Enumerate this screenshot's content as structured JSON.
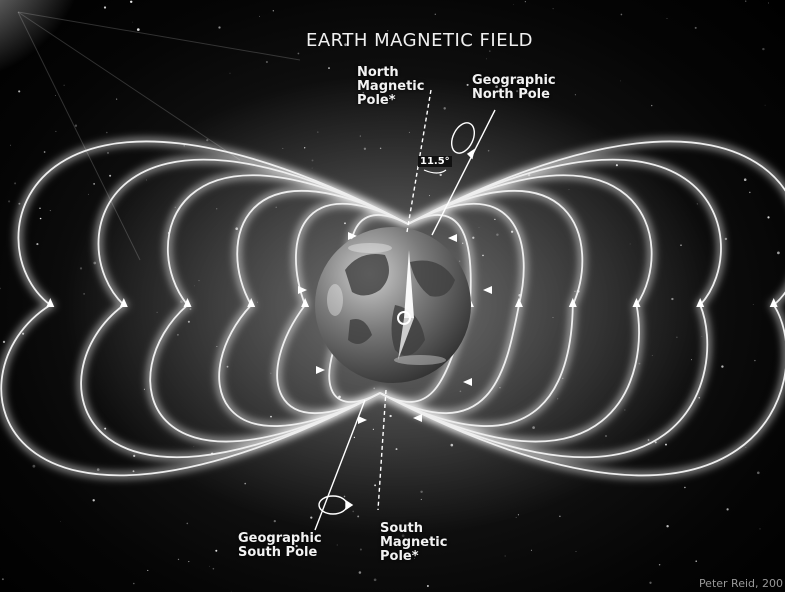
{
  "diagram": {
    "title": "EARTH MAGNETIC FIELD",
    "labels": {
      "north_magnetic_pole": "North\nMagnetic\nPole*",
      "geographic_north_pole": "Geographic\nNorth Pole",
      "geographic_south_pole": "Geographic\nSouth Pole",
      "south_magnetic_pole": "South\nMagnetic\nPole*"
    },
    "tilt_angle": "11.5°",
    "credit": "Peter Reid, 200"
  },
  "colors": {
    "background": "#000000",
    "field_lines": "#e8e8e8",
    "glow": "#ffffff"
  }
}
